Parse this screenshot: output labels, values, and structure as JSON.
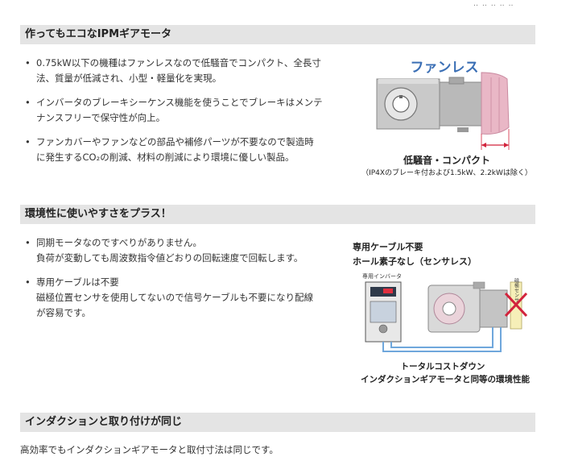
{
  "sections": [
    {
      "title": "作ってもエコなIPMギアモータ",
      "bullets": [
        {
          "lines": [
            "0.75kW以下の機種はファンレスなので低騒音でコンパクト、全長寸",
            "法、質量が低減され、小型・軽量化を実現。"
          ]
        },
        {
          "lines": [
            "インバータのブレーキシーケンス機能を使うことでブレーキはメンテ",
            "ナンスフリーで保守性が向上。"
          ]
        },
        {
          "lines": [
            "ファンカバーやファンなどの部品や補修パーツが不要なので製造時",
            "に発生するCO₂の削減、材料の削減により環境に優しい製品。"
          ]
        }
      ],
      "figure": {
        "fanless_label": "ファンレス",
        "caption": "低騒音・コンパクト",
        "note": "（IP4Xのブレーキ付および1.5kW、2.2kWは除く）"
      }
    },
    {
      "title": "環境性に使いやすさをプラス！",
      "bullets": [
        {
          "lines": [
            "同期モータなのですべりがありません。",
            "負荷が変動しても周波数指令値どおりの回転速度で回転します。"
          ]
        },
        {
          "lines": [
            "専用ケーブルは不要",
            "磁極位置センサを使用してないので信号ケーブルも不要になり配線",
            "が容易です。"
          ]
        }
      ],
      "figure": {
        "heading_1": "専用ケーブル不要",
        "heading_2": "ホール素子なし（センサレス）",
        "inverter_label": "専用インバータ",
        "sensor_label": "磁極センサ",
        "caption_1": "トータルコストダウン",
        "caption_2": "インダクションギアモータと同等の環境性能"
      }
    },
    {
      "title": "インダクションと取り付けが同じ",
      "paragraph": "高効率でもインダクションギアモータと取付寸法は同じです。"
    }
  ],
  "colors": {
    "header_bg": "#e4e4e4",
    "accent_blue": "#3b6fb5",
    "motor_pink": "#e9b7c6",
    "red": "#d2233c"
  }
}
